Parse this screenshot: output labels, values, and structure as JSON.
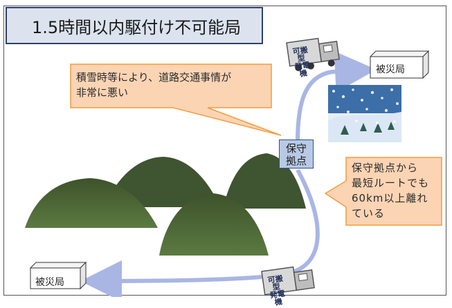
{
  "title": "1.5時間以内駆付け不可能局",
  "callouts": {
    "snow_condition_line1": "積雪時等により、道路交通事情が",
    "snow_condition_line2": "非常に悪い",
    "distance_line1": "保守拠点から",
    "distance_line2": "最短ルートでも",
    "distance_line3": "60km以上離れ",
    "distance_line4": "ている"
  },
  "maintenance_base": {
    "line1": "保守",
    "line2": "拠点"
  },
  "disaster_station_label": "被災局",
  "truck": {
    "line1": "可搬型",
    "line2": "発電機"
  },
  "colors": {
    "title_bg": "#dce3ef",
    "title_border": "#2d4167",
    "callout_bg": "#fbd4b4",
    "callout_border": "#f39c3c",
    "mountain": "#4f6a38",
    "route": "#a9b6e4",
    "base_box": "#b8c9e5"
  },
  "icons": [
    "mountain-icon",
    "snow-scene-icon",
    "truck-icon"
  ]
}
